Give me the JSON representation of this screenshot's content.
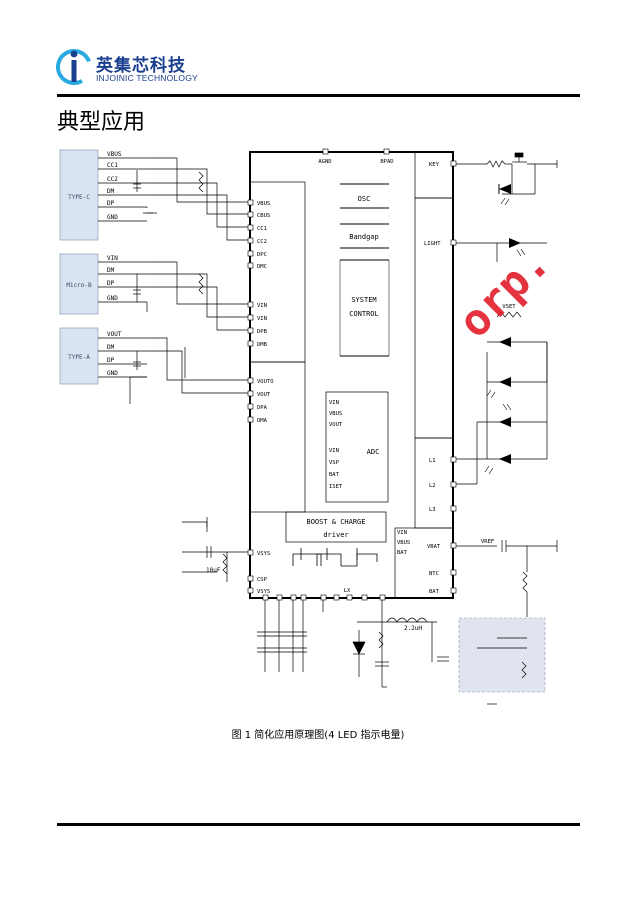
{
  "header": {
    "brand_cn": "英集芯科技",
    "brand_en": "INJOINIC TECHNOLOGY",
    "brand_color": "#1a3f8f",
    "logo_accent": "#29abe2"
  },
  "section_title": "典型应用",
  "figure": {
    "caption": "图 1 简化应用原理图(4 LED 指示电量)",
    "watermark": "orp.",
    "watermark_color": "#e11d2a",
    "connectors": [
      {
        "name": "TYPE-C",
        "pins": [
          "VBUS",
          "CC1",
          "CC2",
          "DM",
          "DP",
          "GND"
        ]
      },
      {
        "name": "Micro-B",
        "pins": [
          "VIN",
          "DM",
          "DP",
          "GND"
        ]
      },
      {
        "name": "TYPE-A",
        "pins": [
          "VOUT",
          "DM",
          "DP",
          "GND"
        ]
      }
    ],
    "ic_left_pins": [
      "VBUS",
      "CBUS",
      "CC1",
      "CC2",
      "DPC",
      "DMC",
      "VIN",
      "VIN",
      "DPB",
      "DMB",
      "VOUTO",
      "VOUT",
      "DPA",
      "DMA",
      "VSYS",
      "CSP",
      "VSYS"
    ],
    "ic_top_pins": [
      "AGND",
      "BPAD"
    ],
    "ic_right_pins": [
      "KEY",
      "LIGHT",
      "L1",
      "L2",
      "L3",
      "VBAT",
      "NTC",
      "BAT"
    ],
    "ic_blocks": {
      "osc": "OSC",
      "bandgap": "Bandgap",
      "system_control": [
        "SYSTEM",
        "CONTROL"
      ],
      "adc": "ADC",
      "adc_inputs": [
        "VIN",
        "VBUS",
        "VOUT",
        "VIN",
        "VSP",
        "BAT",
        "ISET"
      ],
      "boost": "BOOST & CHARGE",
      "driver": "driver",
      "vbat_inputs": [
        "VIN",
        "VBUS",
        "BAT"
      ],
      "inductor_label": "LX"
    },
    "labels": {
      "vset": "VSET",
      "vref": "VREF",
      "inductor": "2.2uH",
      "cap": "10uF"
    }
  }
}
